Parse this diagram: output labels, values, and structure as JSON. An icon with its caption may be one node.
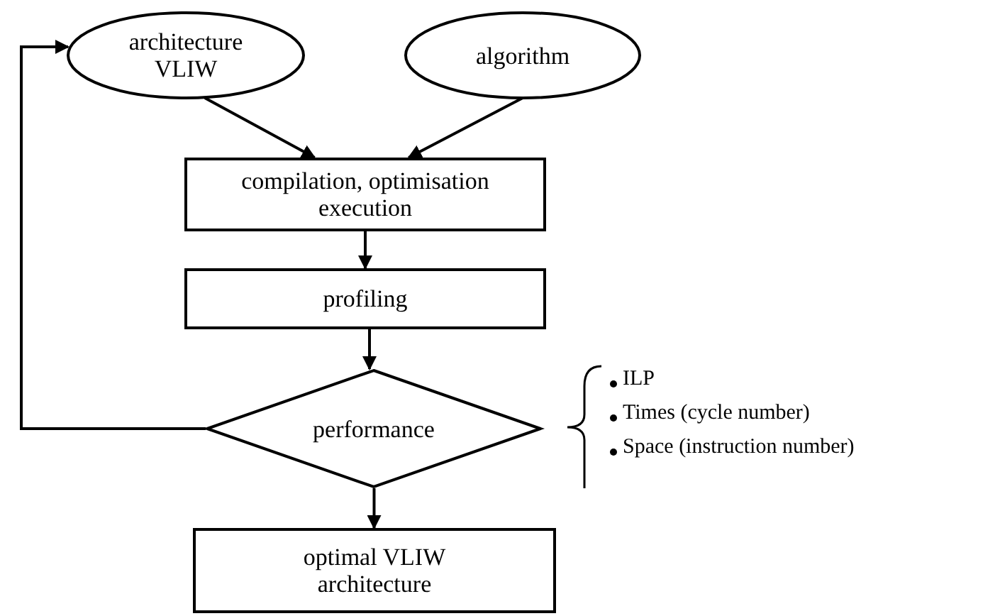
{
  "diagram": {
    "nodes": [
      {
        "text": [
          "architecture VLIW"
        ]
      },
      {
        "text": [
          "algorithm"
        ]
      },
      {
        "text": [
          "compilation, optimisation execution"
        ]
      },
      {
        "text": [
          "profiling"
        ]
      },
      {
        "text": [
          "performance"
        ]
      },
      {
        "text": [
          "optimal VLIW architecture"
        ]
      }
    ],
    "edges": [
      {
        "from": 0,
        "to": 2,
        "arrow": "to"
      },
      {
        "from": 1,
        "to": 2,
        "arrow": "to"
      },
      {
        "from": 2,
        "to": 3,
        "arrow": "to"
      },
      {
        "from": 3,
        "to": 4,
        "arrow": "to"
      },
      {
        "from": 4,
        "to": 0,
        "arrow": "to"
      },
      {
        "from": 4,
        "to": 5,
        "arrow": "to"
      }
    ],
    "labels": [
      "ILP",
      "Times (cycle number)",
      "Space (instruction number)"
    ]
  }
}
